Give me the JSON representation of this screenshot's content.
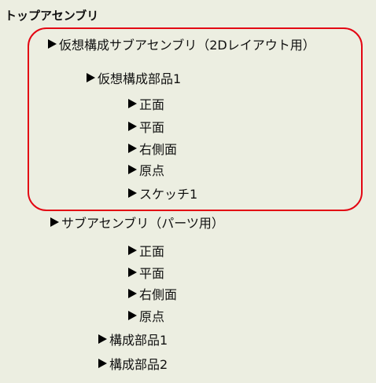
{
  "tree": {
    "root": {
      "label": "トップアセンブリ"
    },
    "virtual_subassembly": {
      "label": "仮想構成サブアセンブリ（2Dレイアウト用）",
      "part": {
        "label": "仮想構成部品1",
        "children": [
          {
            "label": "正面"
          },
          {
            "label": "平面"
          },
          {
            "label": "右側面"
          },
          {
            "label": "原点"
          },
          {
            "label": "スケッチ1"
          }
        ]
      }
    },
    "parts_subassembly": {
      "label": "サブアセンブリ（パーツ用）",
      "children": [
        {
          "label": "正面"
        },
        {
          "label": "平面"
        },
        {
          "label": "右側面"
        },
        {
          "label": "原点"
        }
      ]
    },
    "components": [
      {
        "label": "構成部品1"
      },
      {
        "label": "構成部品2"
      }
    ]
  },
  "colors": {
    "background": "#eceee1",
    "highlight_border": "#e30613",
    "text": "#111111"
  }
}
